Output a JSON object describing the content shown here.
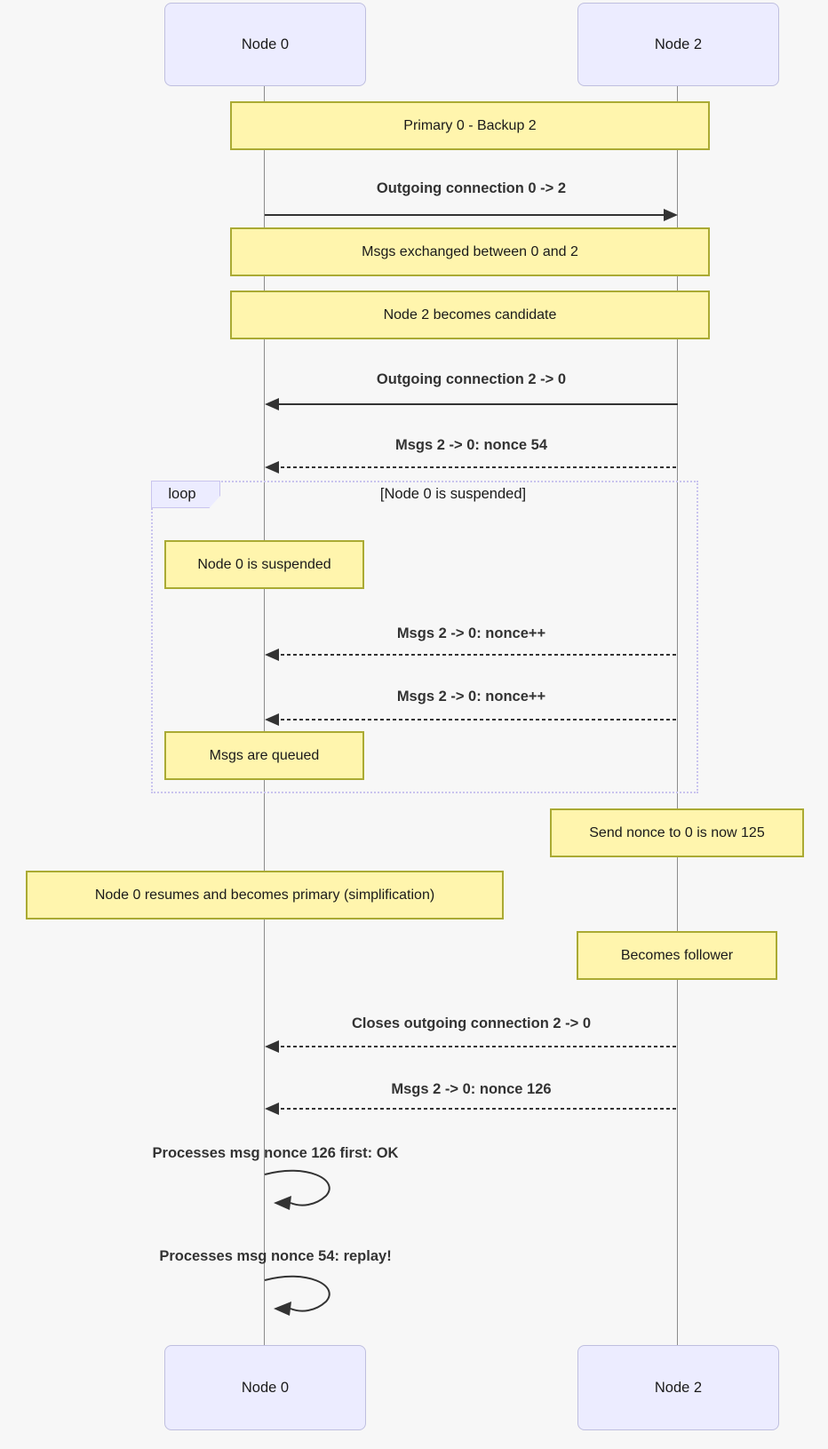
{
  "diagram": {
    "type": "sequence-diagram",
    "actors": [
      {
        "label": "Node 0"
      },
      {
        "label": "Node 2"
      }
    ],
    "loop": {
      "label": "loop",
      "condition": "[Node 0 is suspended]"
    },
    "notes": [
      {
        "text": "Primary 0 - Backup 2",
        "over": "both"
      },
      {
        "text": "Msgs exchanged between 0 and 2",
        "over": "both"
      },
      {
        "text": "Node 2 becomes candidate",
        "over": "both"
      },
      {
        "text": "Node 0 is suspended",
        "over": "Node 0"
      },
      {
        "text": "Msgs are queued",
        "over": "Node 0"
      },
      {
        "text": "Send nonce to 0 is now 125",
        "over": "Node 2"
      },
      {
        "text": "Node 0 resumes and becomes primary (simplification)",
        "over": "Node 0"
      },
      {
        "text": "Becomes follower",
        "over": "Node 2"
      }
    ],
    "messages": [
      {
        "label": "Outgoing connection 0 -> 2",
        "style": "solid",
        "direction": "right"
      },
      {
        "label": "Outgoing connection 2 -> 0",
        "style": "solid",
        "direction": "left"
      },
      {
        "label": "Msgs 2 -> 0: nonce 54",
        "style": "dashed",
        "direction": "left"
      },
      {
        "label": "Msgs 2 -> 0: nonce++",
        "style": "dashed",
        "direction": "left"
      },
      {
        "label": "Msgs 2 -> 0: nonce++",
        "style": "dashed",
        "direction": "left"
      },
      {
        "label": "Closes outgoing connection 2 -> 0",
        "style": "dashed",
        "direction": "left"
      },
      {
        "label": "Msgs 2 -> 0: nonce 126",
        "style": "dashed",
        "direction": "left"
      },
      {
        "label": "Processes msg nonce 126 first: OK",
        "style": "self",
        "direction": "self"
      },
      {
        "label": "Processes msg nonce 54: replay!",
        "style": "self",
        "direction": "self"
      }
    ],
    "colors": {
      "background": "#f7f7f7",
      "actor_fill": "#ececff",
      "actor_border": "#bfbfdf",
      "note_fill": "#fff5ad",
      "note_border": "#aaaa33",
      "loop_border": "#c9c4ee",
      "arrow": "#333333",
      "lifeline": "#8c8c8c"
    }
  }
}
